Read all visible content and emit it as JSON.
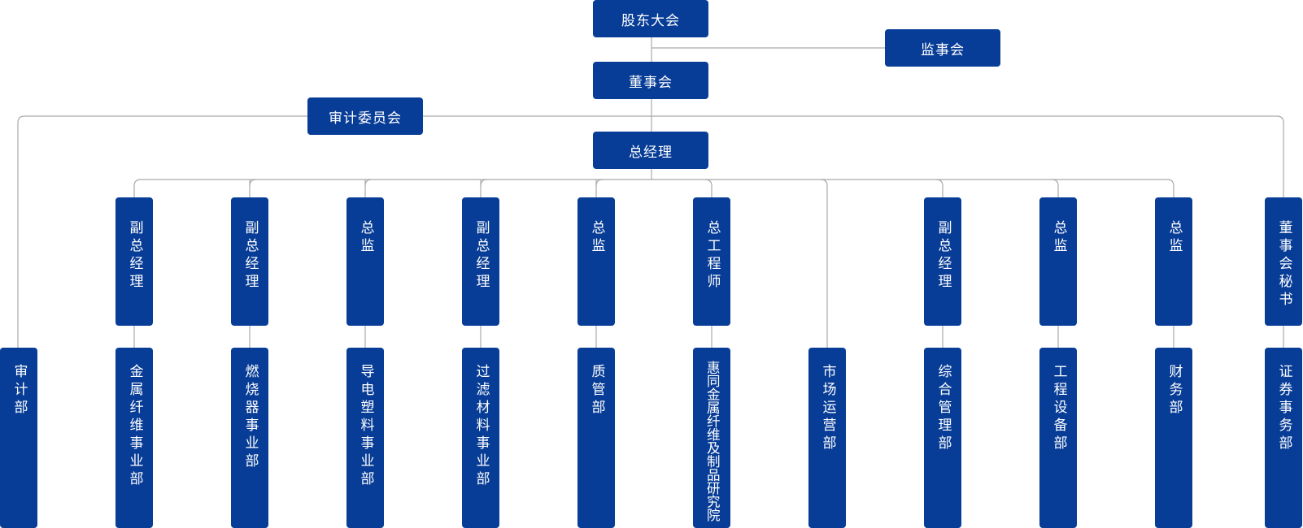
{
  "top": {
    "shareholders": "股东大会",
    "supervisory": "监事会",
    "board": "董事会",
    "audit_committee": "审计委员会",
    "general_manager": "总经理"
  },
  "positions": [
    "副总经理",
    "副总经理",
    "总监",
    "副总经理",
    "总监",
    "总工程师",
    "副总经理",
    "总监",
    "总监",
    "董事会秘书"
  ],
  "departments": [
    "审计部",
    "金属纤维事业部",
    "燃烧器事业部",
    "导电塑料事业部",
    "过滤材料事业部",
    "质管部",
    "惠同金属纤维及制品研究院",
    "市场运营部",
    "综合管理部",
    "工程设备部",
    "财务部",
    "证券事务部"
  ],
  "colors": {
    "box": "#083d97",
    "line": "#a9a9a9",
    "text": "#ffffff"
  }
}
